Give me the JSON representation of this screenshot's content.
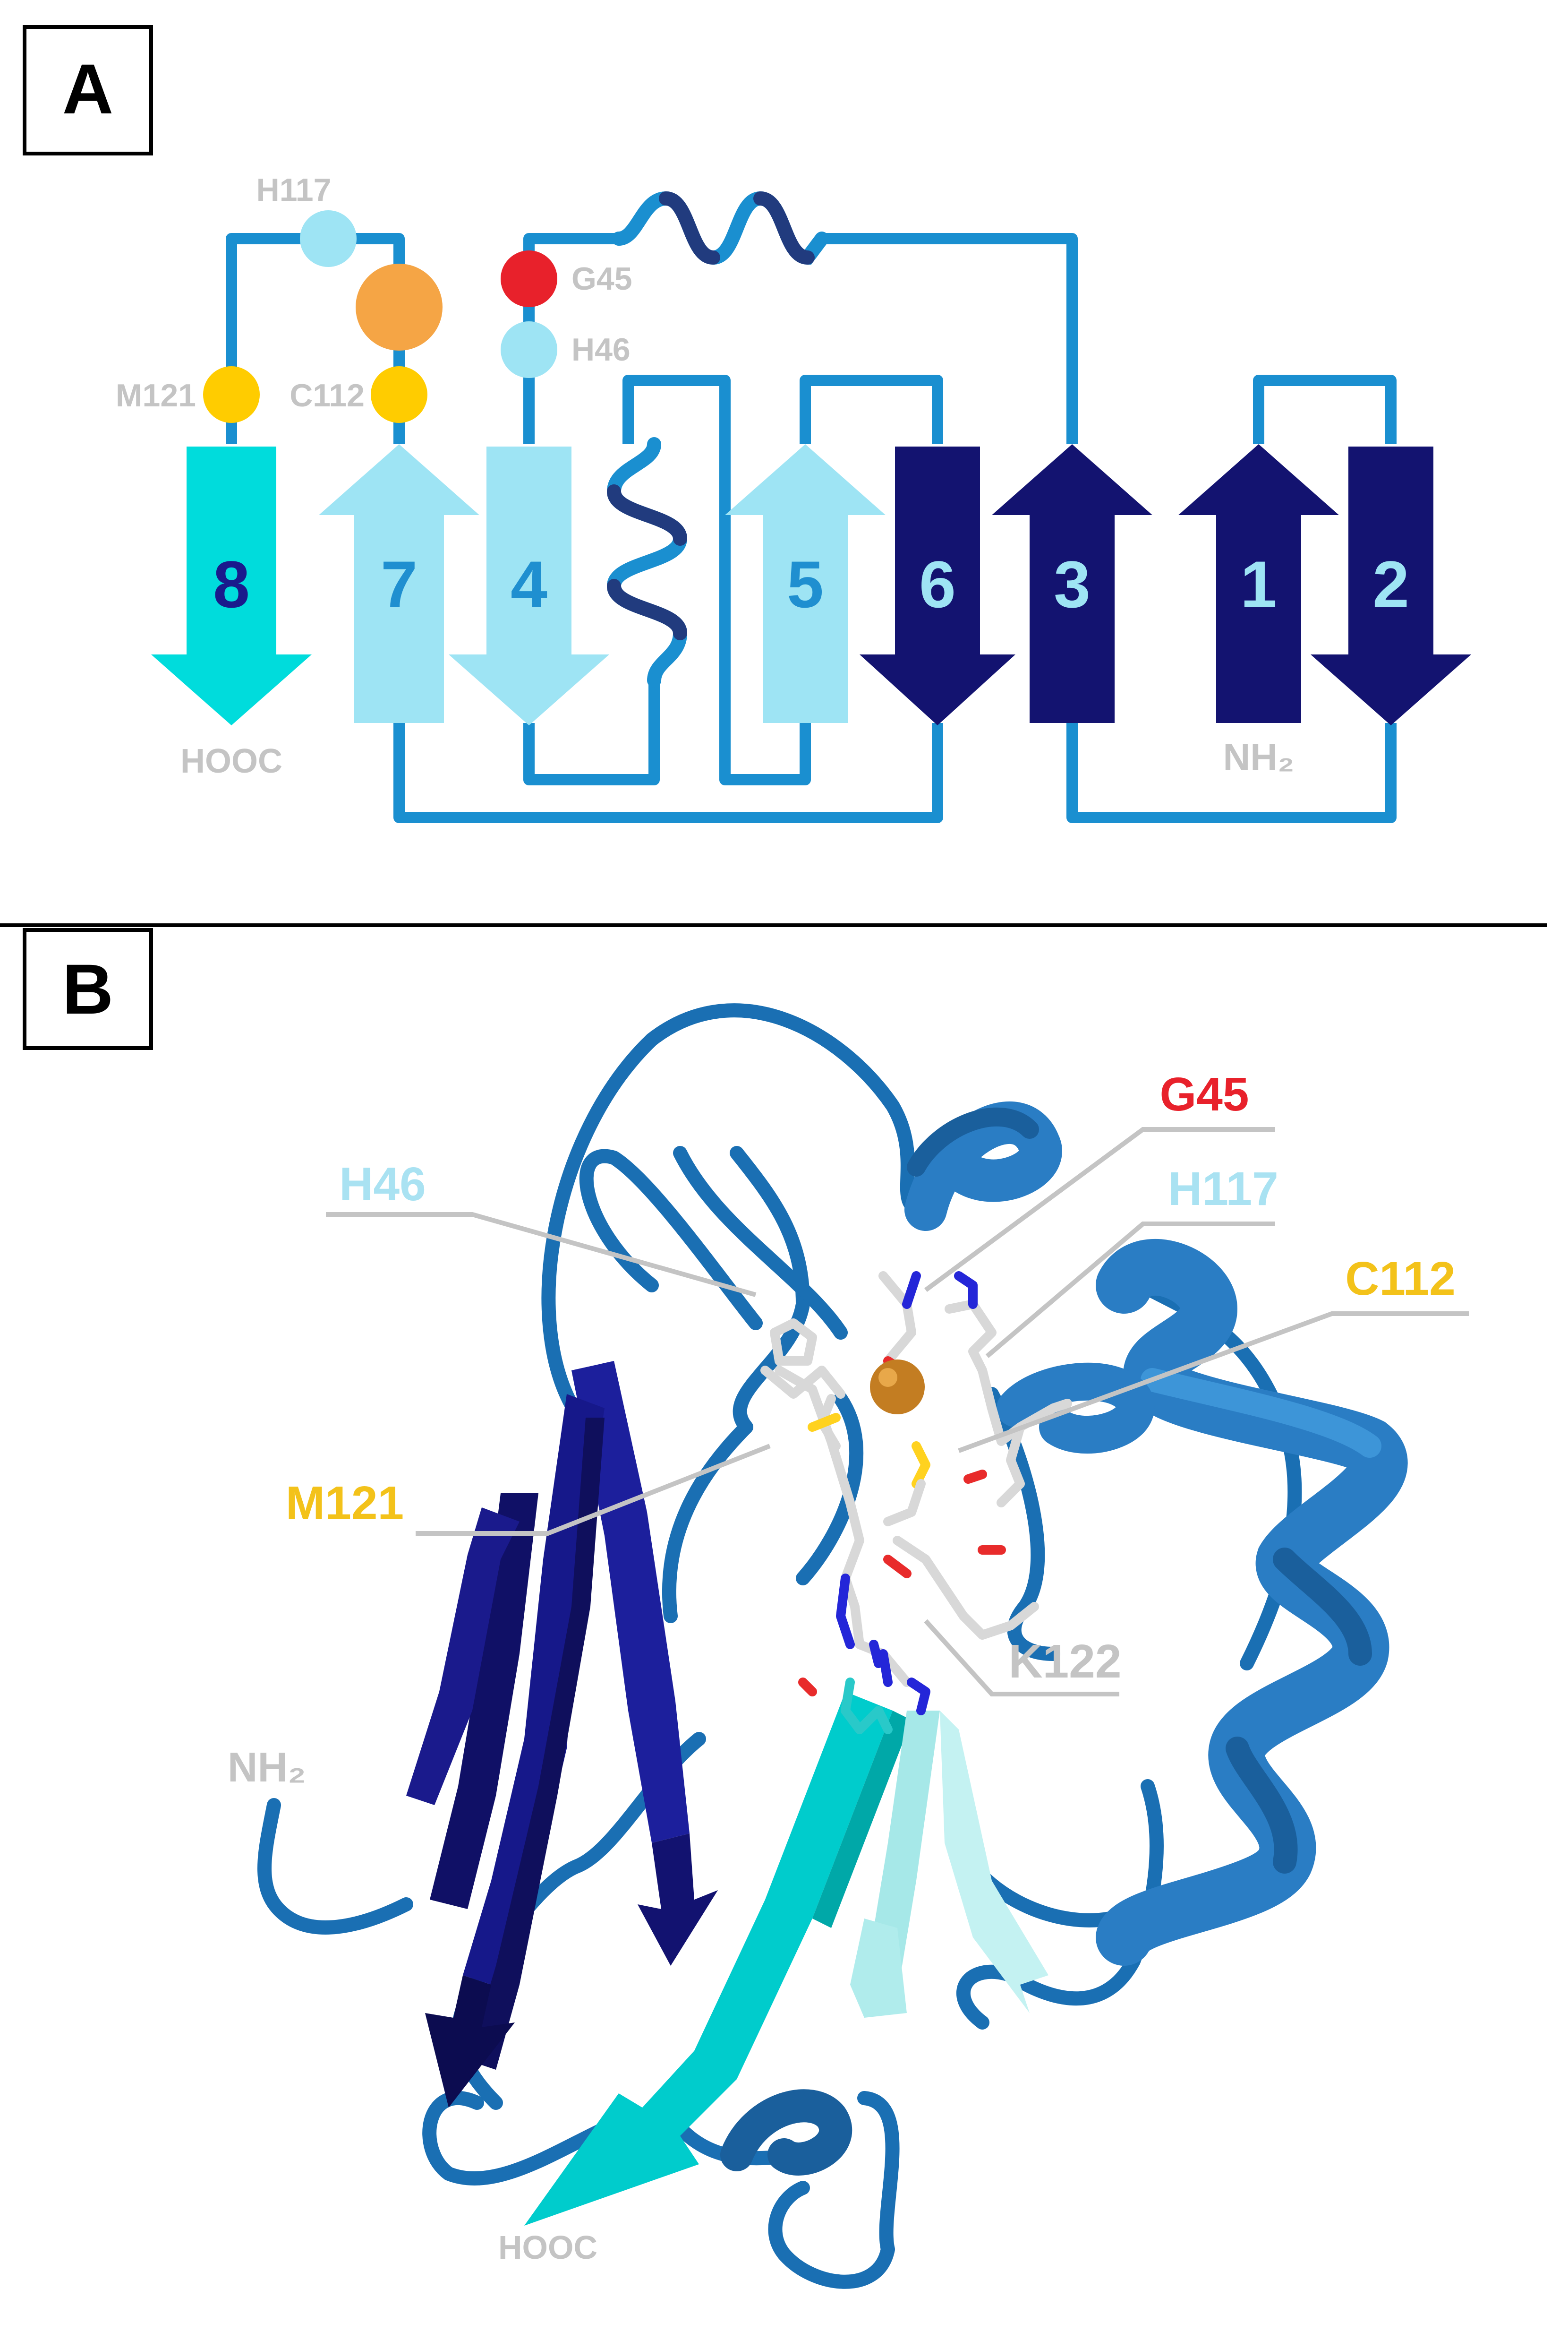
{
  "panels": {
    "a": {
      "label": "A"
    },
    "b": {
      "label": "B"
    }
  },
  "topology": {
    "strands": [
      {
        "number": "8",
        "direction": "down",
        "color": "#00dcdc",
        "text_color": "#1a1a8c"
      },
      {
        "number": "7",
        "direction": "up",
        "color": "#9ee4f4",
        "text_color": "#1f8fd0"
      },
      {
        "number": "4",
        "direction": "down",
        "color": "#9ee4f4",
        "text_color": "#1f8fd0"
      },
      {
        "number": "5",
        "direction": "up",
        "color": "#9ee4f4",
        "text_color": "#1f8fd0"
      },
      {
        "number": "6",
        "direction": "down",
        "color": "#131370",
        "text_color": "#9ee4f4"
      },
      {
        "number": "3",
        "direction": "up",
        "color": "#131370",
        "text_color": "#9ee4f4"
      },
      {
        "number": "1",
        "direction": "up",
        "color": "#131370",
        "text_color": "#9ee4f4"
      },
      {
        "number": "2",
        "direction": "down",
        "color": "#131370",
        "text_color": "#9ee4f4"
      }
    ],
    "residues": {
      "h117": "H117",
      "g45": "G45",
      "h46": "H46",
      "m121": "M121",
      "c112": "C112"
    },
    "termini": {
      "c": "HOOC",
      "n": "NH₂"
    }
  },
  "structure": {
    "labels": {
      "g45": "G45",
      "h46": "H46",
      "h117": "H117",
      "c112": "C112",
      "m121": "M121",
      "k122": "K122"
    },
    "termini": {
      "n": "NH₂",
      "c": "HOOC"
    }
  },
  "colors": {
    "loop": "#1a8fd0",
    "dark_strand": "#131370",
    "light_strand": "#9ee4f4",
    "cyan_strand": "#00dcdc",
    "copper": "#f5a545",
    "cys_met": "#ffcc00",
    "gly": "#e8212b",
    "his": "#9ee4f4",
    "label_gray": "#c4c4c4",
    "label_red": "#e8212b",
    "label_blue": "#a9e2f2",
    "label_yellow": "#f3c21a"
  }
}
